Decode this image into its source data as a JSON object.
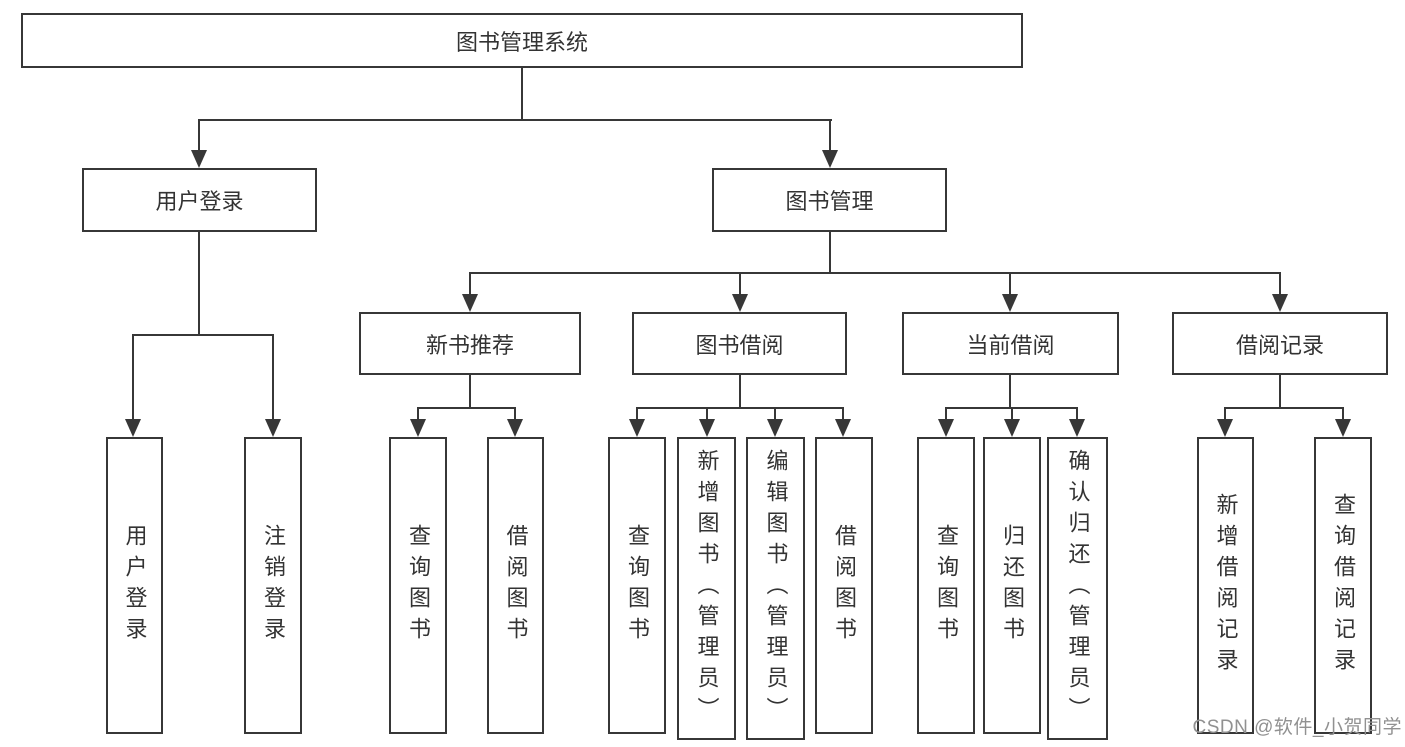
{
  "tree": {
    "root": {
      "label": "图书管理系统",
      "children": [
        {
          "label": "用户登录",
          "children": [
            {
              "label": "用户登录"
            },
            {
              "label": "注销登录"
            }
          ]
        },
        {
          "label": "图书管理",
          "children": [
            {
              "label": "新书推荐",
              "children": [
                {
                  "label": "查询图书"
                },
                {
                  "label": "借阅图书"
                }
              ]
            },
            {
              "label": "图书借阅",
              "children": [
                {
                  "label": "查询图书"
                },
                {
                  "label": "新增图书（管理员）"
                },
                {
                  "label": "编辑图书（管理员）"
                },
                {
                  "label": "借阅图书"
                }
              ]
            },
            {
              "label": "当前借阅",
              "children": [
                {
                  "label": "查询图书"
                },
                {
                  "label": "归还图书"
                },
                {
                  "label": "确认归还（管理员）"
                }
              ]
            },
            {
              "label": "借阅记录",
              "children": [
                {
                  "label": "新增借阅记录"
                },
                {
                  "label": "查询借阅记录"
                }
              ]
            }
          ]
        }
      ]
    }
  },
  "watermark": {
    "text": "CSDN @软件_小贺同学"
  },
  "colors": {
    "line": "#373737",
    "node_border": "#373737",
    "node_text": "#333333",
    "background": "#ffffff",
    "watermark": "#919191"
  }
}
